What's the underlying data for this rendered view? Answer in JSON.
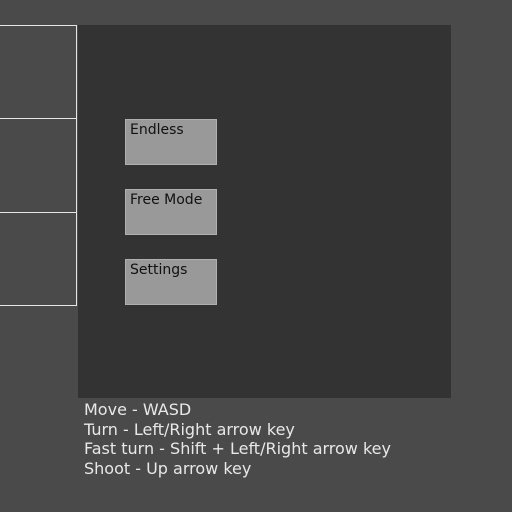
{
  "menu": {
    "buttons": [
      {
        "label": "Endless"
      },
      {
        "label": "Free Mode"
      },
      {
        "label": "Settings"
      }
    ]
  },
  "controls": {
    "lines": [
      "Move - WASD",
      "Turn - Left/Right arrow key",
      "Fast turn - Shift + Left/Right arrow key",
      "Shoot - Up arrow key"
    ]
  },
  "colors": {
    "background": "#4a4a4a",
    "canvas": "#333333",
    "button": "#999999",
    "panel_border": "#e6e6e6",
    "text_light": "#e8e8e8"
  }
}
